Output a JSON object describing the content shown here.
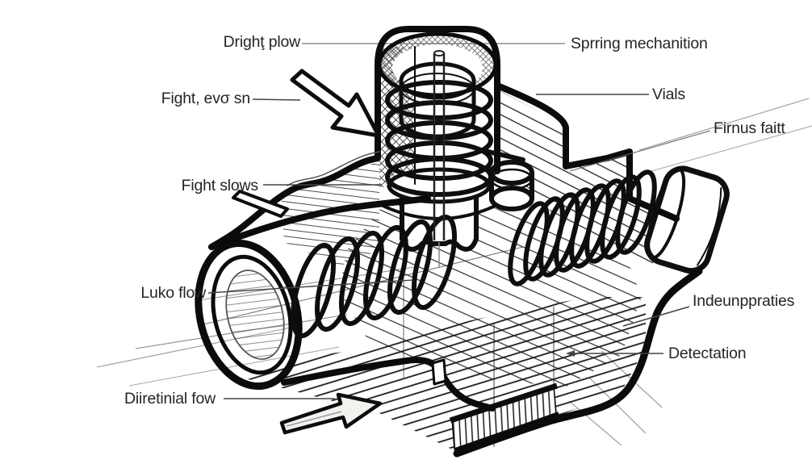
{
  "diagram": {
    "type": "technical-illustration",
    "subject": "Isometric cutaway line drawing of a spring-loaded valve mechanism with coil springs, pipe inlet, flow arrows and callout labels",
    "background_color": "#ffffff",
    "ink_color": "#111111",
    "leader_line_color": "#4a4336",
    "label_text_color": "#27251f",
    "labels": {
      "dright_plow": "Drighţ plow",
      "sprring_mechanition": "Sprring mechanition",
      "fight_ev_sn": "Fight, evσ sn",
      "vials": "Vials",
      "firnus_faitt": "Firnus faitt",
      "fight_slows": "Fight slows",
      "luko_flow": "Luko flow",
      "indeunppraties": "Indeunppraties",
      "detectation": "Detectation",
      "diiretinial_fow": "Diiretinial fow"
    }
  }
}
